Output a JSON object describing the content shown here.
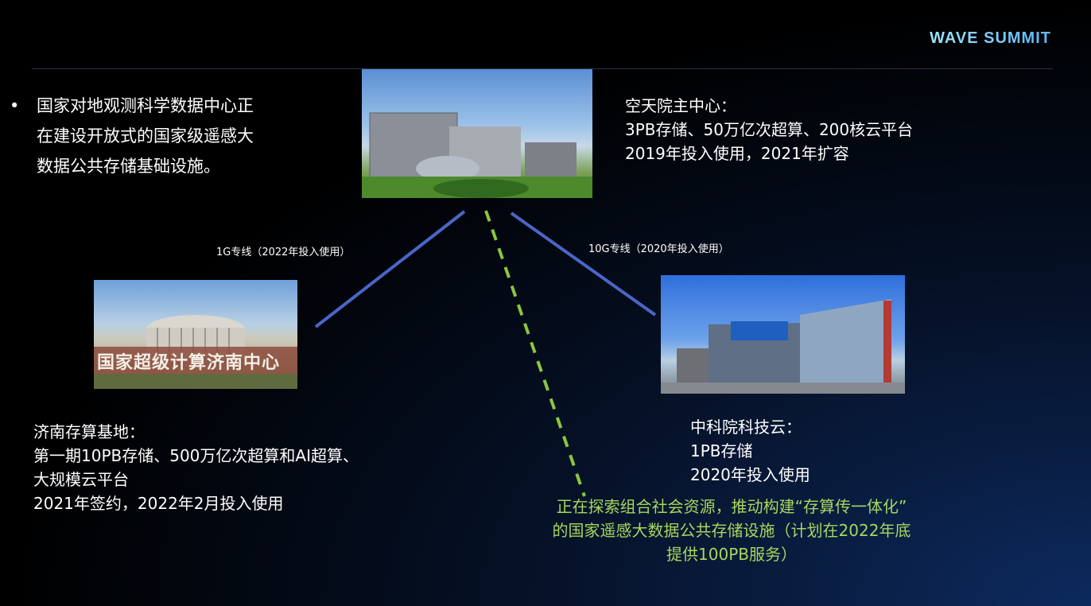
{
  "brand": "WAVE SUMMIT",
  "bullet": {
    "symbol": "•",
    "lines": [
      "国家对地观测科学数据中心正",
      "在建设开放式的国家级遥感大",
      "数据公共存储基础设施。"
    ]
  },
  "hq": {
    "lines": [
      "空天院主中心：",
      "3PB存储、50万亿次超算、200核云平台",
      "2019年投入使用，2021年扩容"
    ]
  },
  "jinan": {
    "photo_sign": "国家超级计算济南中心",
    "lines": [
      "济南存算基地：",
      "第一期10PB存储、500万亿次超算和AI超算、",
      "大规模云平台",
      "2021年签约，2022年2月投入使用"
    ]
  },
  "cas": {
    "lines": [
      "中科院科技云：",
      "1PB存储",
      "2020年投入使用"
    ]
  },
  "links": {
    "left": "1G专线（2022年投入使用）",
    "right": "10G专线（2020年投入使用）"
  },
  "future": {
    "lines": [
      "正在探索组合社会资源，推动构建“存算传一体化”",
      "的国家遥感大数据公共存储设施（计划在2022年底",
      "提供100PB服务）"
    ]
  },
  "colors": {
    "link_line": "#4a66c7",
    "dashed_line": "#8cc63f",
    "future_text": "#a6d75d"
  }
}
